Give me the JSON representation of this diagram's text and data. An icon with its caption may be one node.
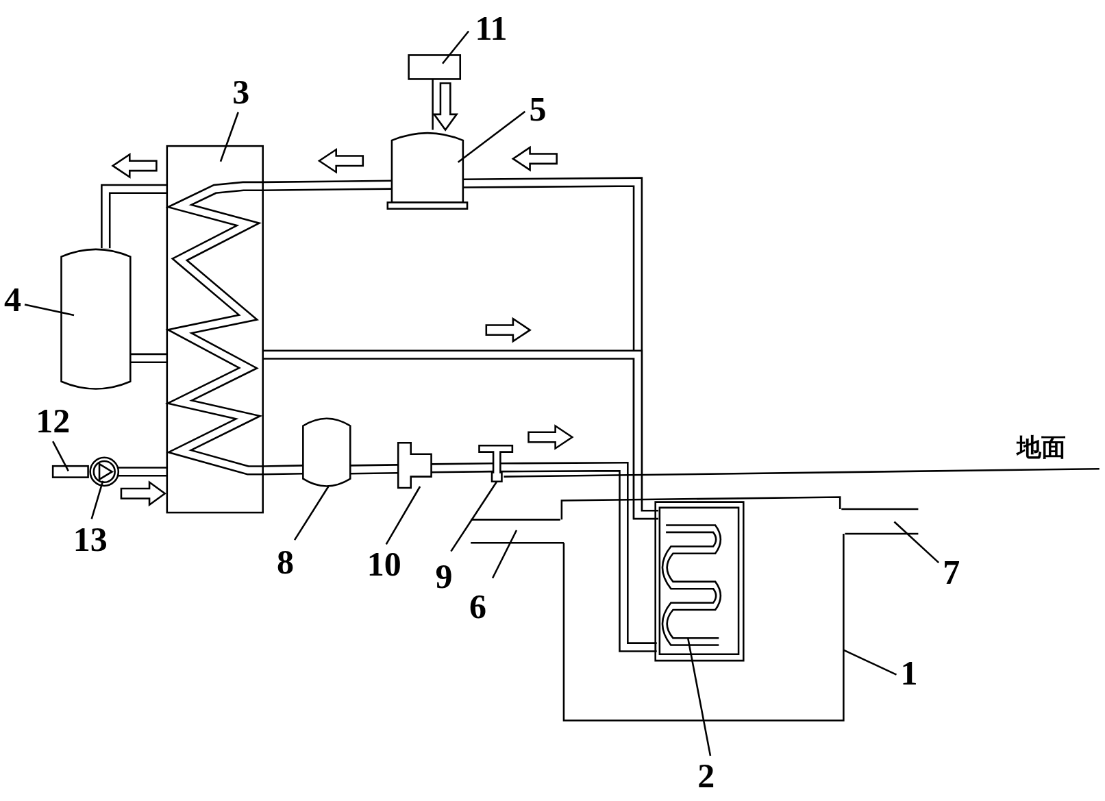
{
  "diagram": {
    "nodes": [
      {
        "text": [
          "11"
        ]
      },
      {
        "text": [
          "3"
        ]
      },
      {
        "text": [
          "5"
        ]
      },
      {
        "text": [
          "4"
        ]
      },
      {
        "text": [
          "12"
        ]
      },
      {
        "text": [
          "13"
        ]
      },
      {
        "text": [
          "8"
        ]
      },
      {
        "text": [
          "10"
        ]
      },
      {
        "text": [
          "9"
        ]
      },
      {
        "text": [
          "6"
        ]
      },
      {
        "text": [
          "7"
        ]
      },
      {
        "text": [
          "1"
        ]
      },
      {
        "text": [
          "2"
        ]
      },
      {
        "text": [],
        "shape": "box"
      },
      {
        "text": [],
        "shape": "box"
      },
      {
        "text": [],
        "shape": "cylinder"
      },
      {
        "text": [],
        "shape": "cylinder"
      },
      {
        "text": [],
        "shape": "bar"
      },
      {
        "text": [],
        "shape": "circle"
      },
      {
        "text": [],
        "shape": "cylinder"
      },
      {
        "text": [],
        "shape": "picture"
      },
      {
        "text": [],
        "shape": "picture"
      },
      {
        "text": [],
        "shape": "picture"
      },
      {
        "text": [],
        "shape": "picture"
      },
      {
        "text": [],
        "shape": "picture"
      },
      {
        "text": [],
        "shape": "picture",
        "in": 24
      }
    ],
    "edges": [
      {
        "from": 0,
        "to": 13,
        "arrow": "none"
      },
      {
        "from": 1,
        "to": 14,
        "arrow": "none"
      },
      {
        "from": 2,
        "to": 15,
        "arrow": "none"
      },
      {
        "from": 3,
        "to": 16,
        "arrow": "none"
      },
      {
        "from": 4,
        "to": 17,
        "arrow": "none"
      },
      {
        "from": 5,
        "to": 18,
        "arrow": "none"
      },
      {
        "from": 6,
        "to": 19,
        "arrow": "none"
      },
      {
        "from": 7,
        "to": 20,
        "arrow": "none"
      },
      {
        "from": 8,
        "to": 21,
        "arrow": "none"
      },
      {
        "from": 9,
        "to": 22,
        "arrow": "none"
      },
      {
        "from": 10,
        "to": 23,
        "arrow": "none"
      },
      {
        "from": 11,
        "to": 24,
        "arrow": "none"
      },
      {
        "from": 12,
        "to": 25,
        "arrow": "none"
      },
      {
        "from": 16,
        "to": 14,
        "arrow": "none",
        "style": "thick"
      },
      {
        "from": 16,
        "to": 14,
        "arrow": "none",
        "style": "thick"
      },
      {
        "from": 18,
        "to": 14,
        "arrow": "none",
        "style": "thick"
      },
      {
        "from": 18,
        "to": 14,
        "arrow": "to",
        "style": "thick"
      },
      {
        "from": 15,
        "to": 14,
        "arrow": "none",
        "style": "thick"
      },
      {
        "from": 14,
        "to": 19,
        "arrow": "none",
        "style": "thick"
      },
      {
        "from": 19,
        "to": 20,
        "arrow": "none",
        "style": "thick"
      },
      {
        "from": 20,
        "to": 21,
        "arrow": "none",
        "style": "thick"
      },
      {
        "from": 21,
        "to": 25,
        "arrow": "none",
        "style": "thick"
      },
      {
        "from": 15,
        "to": 25,
        "arrow": "none",
        "style": "thick"
      },
      {
        "from": 14,
        "to": 25,
        "arrow": "none",
        "style": "thick"
      },
      {
        "from": 13,
        "to": 15,
        "arrow": "none"
      },
      {
        "from": 13,
        "to": 15,
        "arrow": "to",
        "style": "thick"
      }
    ],
    "labels": [
      "地面"
    ]
  }
}
